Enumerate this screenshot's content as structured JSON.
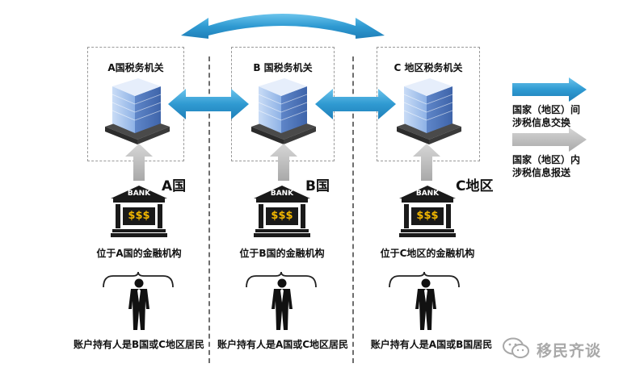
{
  "tax_offices": [
    {
      "label": "A国税务机关"
    },
    {
      "label": "B 国税务机关"
    },
    {
      "label": "C 地区税务机关"
    }
  ],
  "countries": [
    {
      "label": "A国"
    },
    {
      "label": "B国"
    },
    {
      "label": "C地区"
    }
  ],
  "banks": [
    {
      "sign": "BANK",
      "money": "$$$"
    },
    {
      "sign": "BANK",
      "money": "$$$"
    },
    {
      "sign": "BANK",
      "money": "$$$"
    }
  ],
  "institutions": [
    {
      "label": "位于A国的金融机构"
    },
    {
      "label": "位于B国的金融机构"
    },
    {
      "label": "位于C地区的金融机构"
    }
  ],
  "holders": [
    {
      "label": "账户持有人是B国或C地区居民"
    },
    {
      "label": "账户持有人是A国或C地区居民"
    },
    {
      "label": "账户持有人是A国或B国居民"
    }
  ],
  "legend": {
    "cross_border": {
      "line1": "国家（地区）间",
      "line2": "涉税信息交换",
      "color": "#3ba3d6"
    },
    "domestic": {
      "line1": "国家（地区）内",
      "line2": "涉税信息报送",
      "color": "#b8b8b8"
    }
  },
  "watermark": {
    "text": "移民齐谈",
    "icon": "wechat-icon"
  },
  "colors": {
    "exchange": "#3ba3d6",
    "report": "#b8b8b8"
  }
}
